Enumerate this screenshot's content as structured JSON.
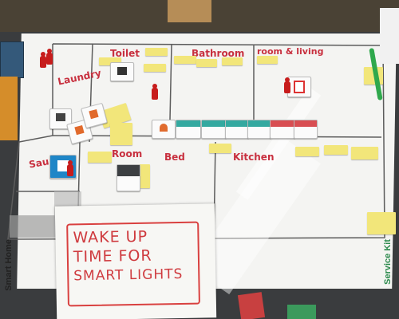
{
  "handwriting": {
    "toilet": "Toilet",
    "bathroom": "Bathroom",
    "living_room": "room & living",
    "laundry": "Laundry",
    "sauna": "Sauna",
    "room": "Room",
    "bed": "Bed",
    "kitchen": "Kitchen"
  },
  "note": {
    "lines": [
      "WAKE UP",
      "TIME FOR",
      "SMART LIGHTS"
    ]
  },
  "board_edge_text": {
    "left": "Smart Home",
    "right": "Service Kit"
  },
  "colors": {
    "table": "#3a3c3e",
    "board": "#f4f4f2",
    "floorplan_line": "#5c5c5c",
    "hand_ink": "#c8303f",
    "sticky_note": "#f2e67a",
    "pawn": "#c71c1c"
  }
}
